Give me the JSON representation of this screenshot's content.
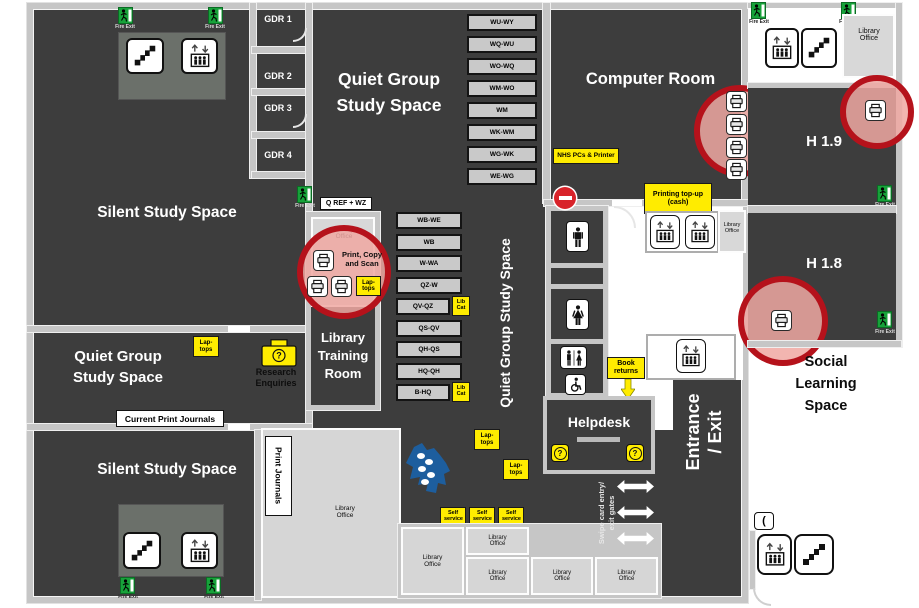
{
  "areas": {
    "silent_study": "Silent Study Space",
    "quiet_group": "Quiet Group Study Space",
    "computer_room": "Computer Room",
    "library_training_room": "Library Training Room",
    "helpdesk": "Helpdesk",
    "social_learning": "Social Learning Space",
    "h19": "H 1.9",
    "h18": "H 1.8",
    "library_office": "Library Office",
    "entrance_line1": "Entrance",
    "entrance_line2": "/ Exit"
  },
  "gdr": [
    "GDR 1",
    "GDR 2",
    "GDR 3",
    "GDR 4"
  ],
  "shelves_col1": [
    "WU-WY",
    "WQ-WU",
    "WO-WQ",
    "WM-WO",
    "WM",
    "WK-WM",
    "WG-WK",
    "WE-WG"
  ],
  "shelves_col2": [
    "WB-WE",
    "WB",
    "W-WA",
    "QZ-W",
    "QV-QZ",
    "QS-QV",
    "QH-QS",
    "HQ-QH",
    "B-HQ"
  ],
  "signs": {
    "fire_exit": "Fire Exit",
    "nhs_pcs": "NHS PCs & Printer",
    "printing_topup": "Printing top-up (cash)",
    "laptops": "Lap-tops",
    "lib_cat": "Lib Cat",
    "self_service": "Self service",
    "book_returns": "Book returns",
    "q_ref": "Q REF + WZ",
    "current_print_journals": "Current Print Journals",
    "print_journals": "Print Journals",
    "research_enquiries": "Research Enquiries",
    "print_copy_scan": "Print, Copy and Scan",
    "swipe_line1": "Swipe card entry/",
    "swipe_line2": "exit gates"
  },
  "colors": {
    "floor_dark": "#3d3d3d",
    "wall_gray": "#c6c6c6",
    "room_light": "#d8d8d8",
    "sign_yellow": "#ffec00",
    "fire_exit_green": "#17a23a",
    "alert_red": "#b5121b",
    "alert_fill_pink": "#f0a8a2",
    "statue_blue": "#1d5e9e"
  }
}
